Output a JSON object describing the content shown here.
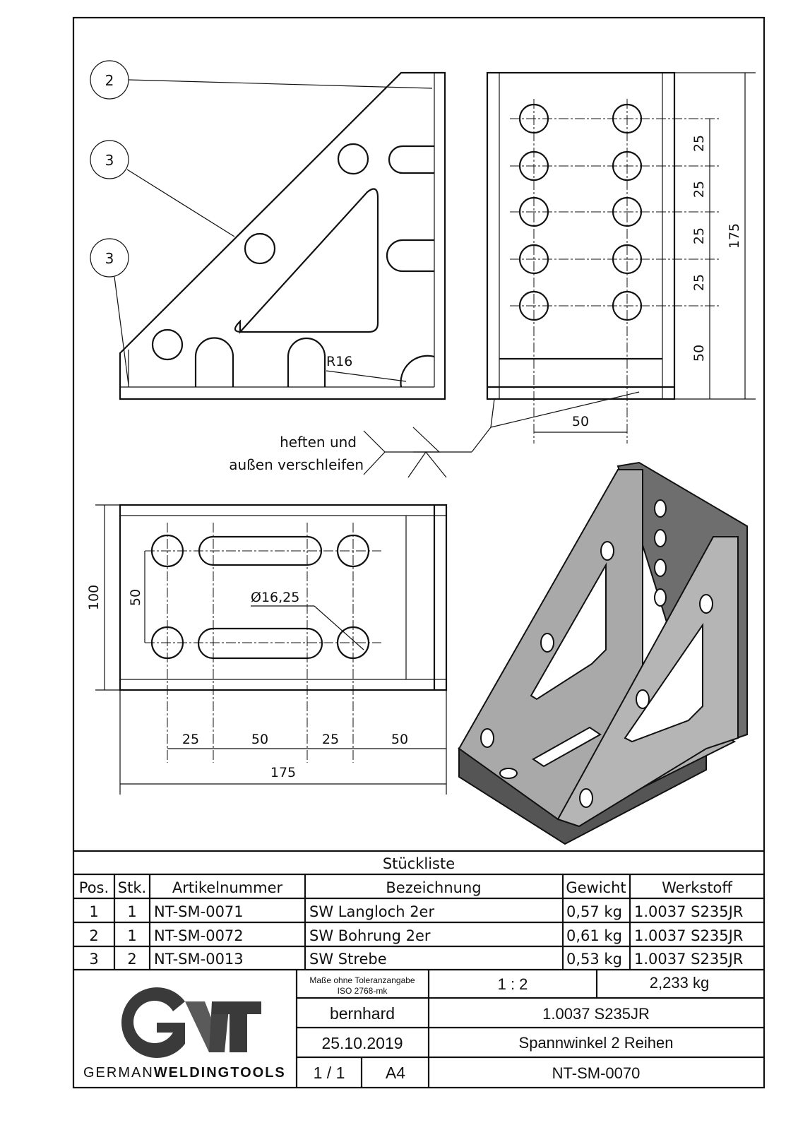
{
  "balloons": [
    "2",
    "3",
    "3"
  ],
  "side_view": {
    "radius_label": "R16"
  },
  "front_view": {
    "dims": [
      "25",
      "25",
      "25",
      "25",
      "50",
      "175",
      "50"
    ]
  },
  "weld_note": {
    "line1": "heften und",
    "line2": "außen verschleifen"
  },
  "plan_view": {
    "dims": [
      "100",
      "50",
      "Ø16,25",
      "25",
      "50",
      "25",
      "50",
      "175"
    ]
  },
  "parts_list": {
    "title": "Stückliste",
    "headers": [
      "Pos.",
      "Stk.",
      "Artikelnummer",
      "Bezeichnung",
      "Gewicht",
      "Werkstoff"
    ],
    "rows": [
      [
        "1",
        "1",
        "NT-SM-0071",
        "SW Langloch 2er",
        "0,57 kg",
        "1.0037 S235JR"
      ],
      [
        "2",
        "1",
        "NT-SM-0072",
        "SW Bohrung 2er",
        "0,61 kg",
        "1.0037 S235JR"
      ],
      [
        "3",
        "2",
        "NT-SM-0013",
        "SW Strebe",
        "0,53 kg",
        "1.0037 S235JR"
      ]
    ]
  },
  "title_block": {
    "logo_text": "GWT",
    "logo_sub_light": "GERMAN",
    "logo_sub_bold": "WELDINGTOOLS",
    "tolerance_line1": "Maße ohne Toleranzangabe",
    "tolerance_line2": "ISO 2768-mk",
    "scale": "1 : 2",
    "weight": "2,233 kg",
    "author": "bernhard",
    "material": "1.0037 S235JR",
    "date": "25.10.2019",
    "title": "Spannwinkel 2 Reihen",
    "sheet": "1 / 1",
    "format": "A4",
    "drawing_number": "NT-SM-0070"
  },
  "colors": {
    "line": "#111111",
    "part_fill": "#a9a9a9",
    "part_dark": "#6e6e6e"
  }
}
